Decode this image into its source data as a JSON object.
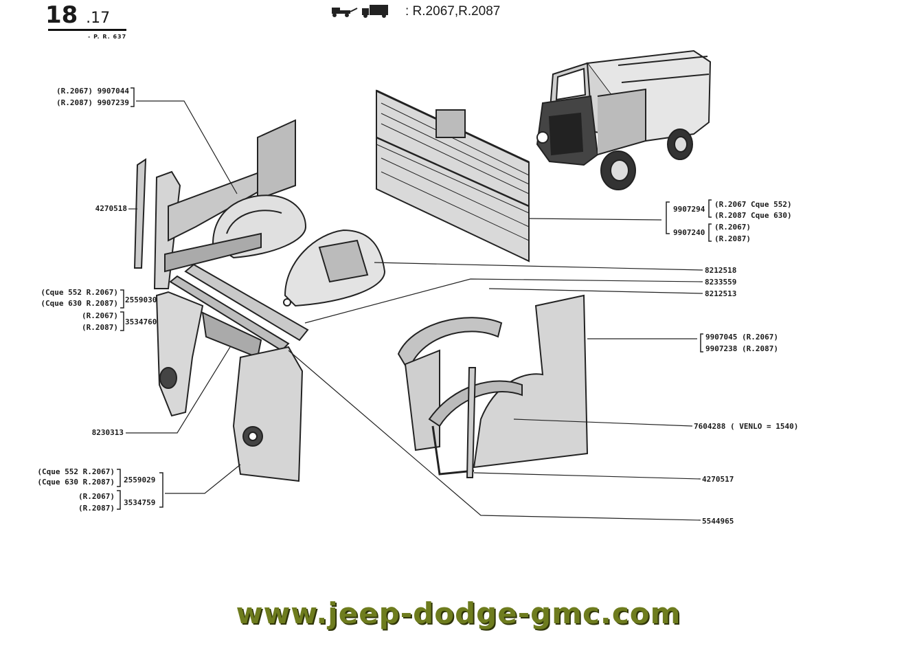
{
  "header": {
    "page_number": "18",
    "page_sub": ".17",
    "page_ref": "- P. R. 637",
    "models": ": R.2067,R.2087"
  },
  "labels": {
    "l1a": "(R.2067) 9907044",
    "l1b": "(R.2087) 9907239",
    "l2": "4270518",
    "l3a": "(Cque 552 R.2067)",
    "l3b": "(Cque 630 R.2087)",
    "l3n": "2559030",
    "l4a": "(R.2067)",
    "l4b": "(R.2087)",
    "l4n": "3534760",
    "l5": "8230313",
    "l6a": "(Cque 552 R.2067)",
    "l6b": "(Cque 630 R.2087)",
    "l6n": "2559029",
    "l7a": "(R.2067)",
    "l7b": "(R.2087)",
    "l7n": "3534759",
    "r1n": "9907294",
    "r1a": "(R.2067 Cque 552)",
    "r1b": "(R.2087 Cque 630)",
    "r2n": "9907240",
    "r2a": "(R.2067)",
    "r2b": "(R.2087)",
    "r3": "8212518",
    "r4": "8233559",
    "r5": "8212513",
    "r6a": "9907045 (R.2067)",
    "r6b": "9907238 (R.2087)",
    "r7": "7604288 ( VENLO = 1540)",
    "r8": "4270517",
    "r9": "5544965"
  },
  "footer": {
    "website": "www.jeep-dodge-gmc.com"
  }
}
